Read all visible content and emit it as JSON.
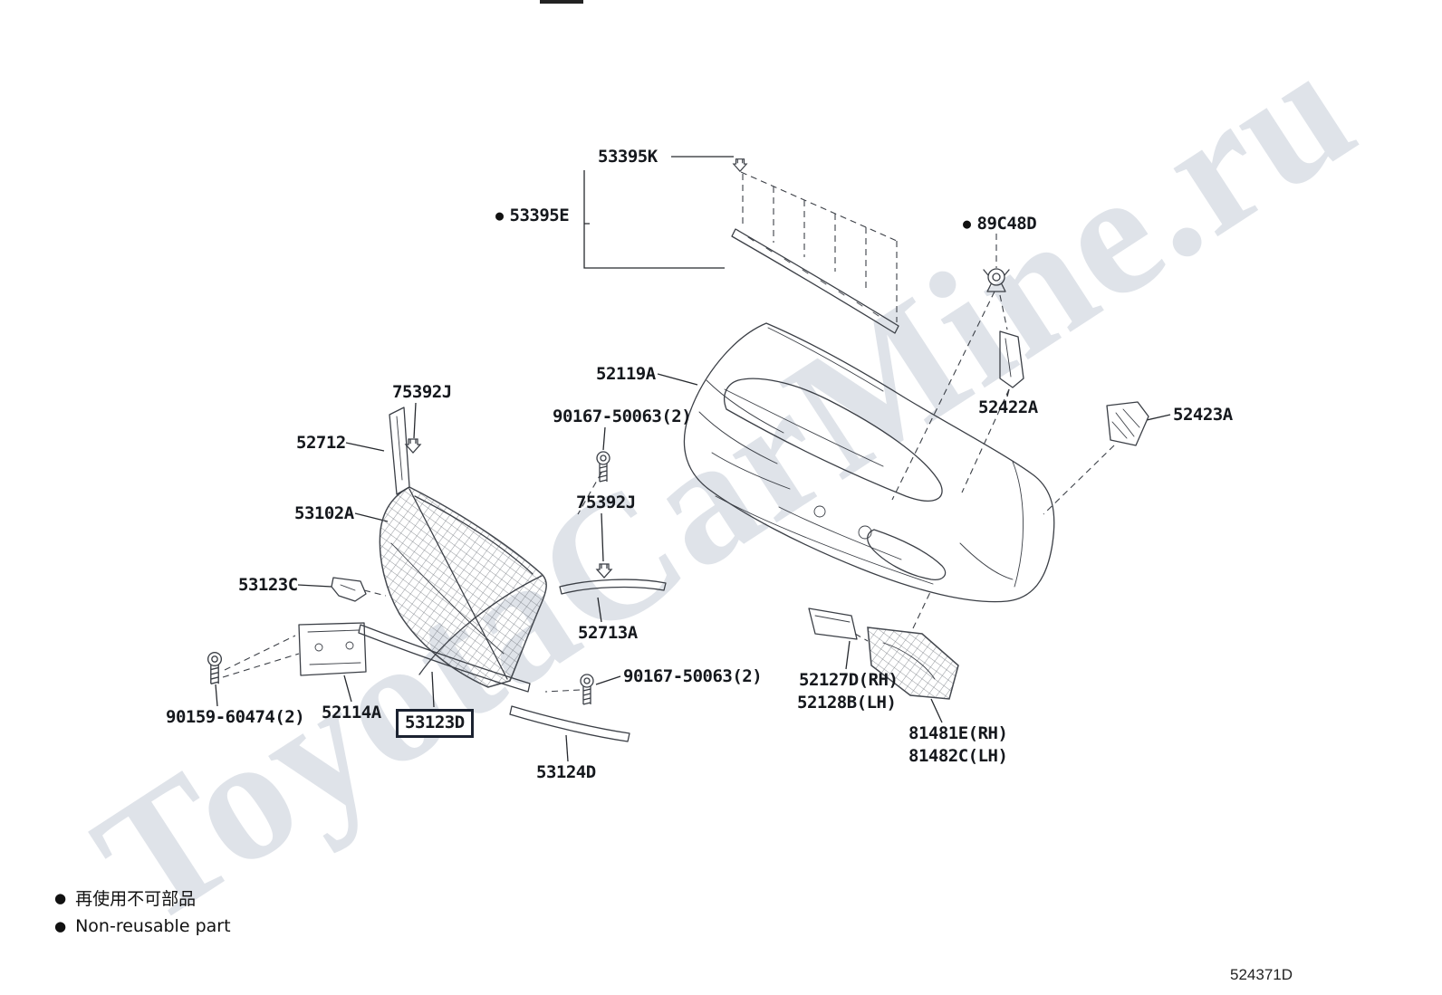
{
  "watermark": {
    "text": "ToyotaCarMine.ru",
    "color": "#b9c2cf"
  },
  "diagram_id": "524371D",
  "glyphs": {
    "bullet": "●"
  },
  "colors": {
    "label_text": "#15181d",
    "selection_box": "#1b2230",
    "line_art": "#3b3f46"
  },
  "legend": {
    "jp": "再使用不可部品",
    "en": "Non-reusable part"
  },
  "labels": {
    "l53395K": "53395K",
    "l53395E": "53395E",
    "l89C48D": "89C48D",
    "l52119A": "52119A",
    "l52422A": "52422A",
    "l52423A": "52423A",
    "l75392J_top": "75392J",
    "l52712": "52712",
    "l90167_top": "90167-50063(2)",
    "l75392J_mid": "75392J",
    "l53102A": "53102A",
    "l53123C": "53123C",
    "l52713A": "52713A",
    "l90167_bottom": "90167-50063(2)",
    "l52127D": "52127D(RH)",
    "l52128B": "52128B(LH)",
    "l81481E": "81481E(RH)",
    "l81482C": "81482C(LH)",
    "l90159": "90159-60474(2)",
    "l52114A": "52114A",
    "l53123D": "53123D",
    "l53124D": "53124D"
  }
}
